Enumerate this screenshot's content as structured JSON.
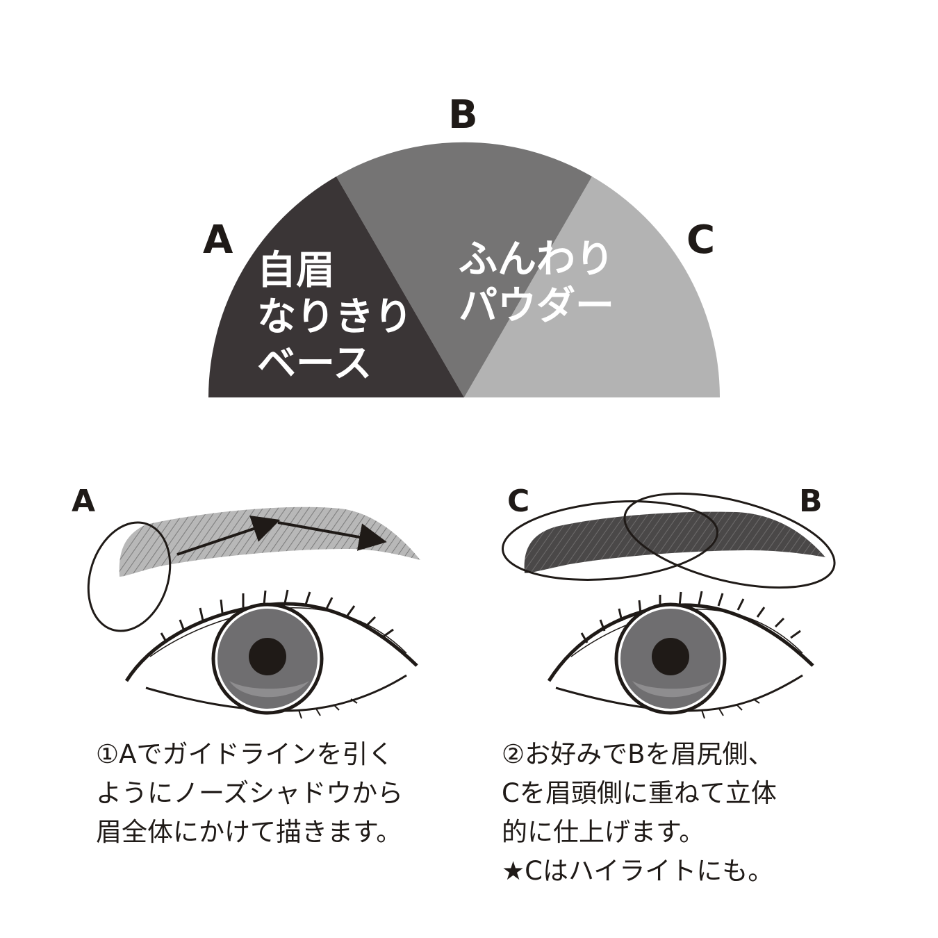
{
  "palette": {
    "labels": {
      "a": "A",
      "b": "B",
      "c": "C"
    },
    "colors": {
      "a": "#3a3536",
      "b": "#757474",
      "c": "#b3b3b3"
    },
    "segment_a_text": [
      "自眉",
      "なりきり",
      "ベース"
    ],
    "segment_b_text": [
      "ふんわり",
      "パウダー"
    ]
  },
  "step1": {
    "label": "A",
    "caption": [
      "①Aでガイドラインを引く",
      "ようにノーズシャドウから",
      "眉全体にかけて描きます。"
    ]
  },
  "step2": {
    "label_left": "C",
    "label_right": "B",
    "caption": [
      "②お好みでBを眉尻側、",
      "Cを眉頭側に重ねて立体",
      "的に仕上げます。",
      "★Cはハイライトにも。"
    ]
  },
  "colors": {
    "ink": "#1f1a17",
    "brow_light": "#b8b8b8",
    "brow_dark": "#4a4848",
    "iris": "#6f6e70"
  },
  "icons": {
    "arrow": "arrow-right-icon",
    "eye": "eye-icon",
    "eyebrow": "eyebrow-icon"
  }
}
